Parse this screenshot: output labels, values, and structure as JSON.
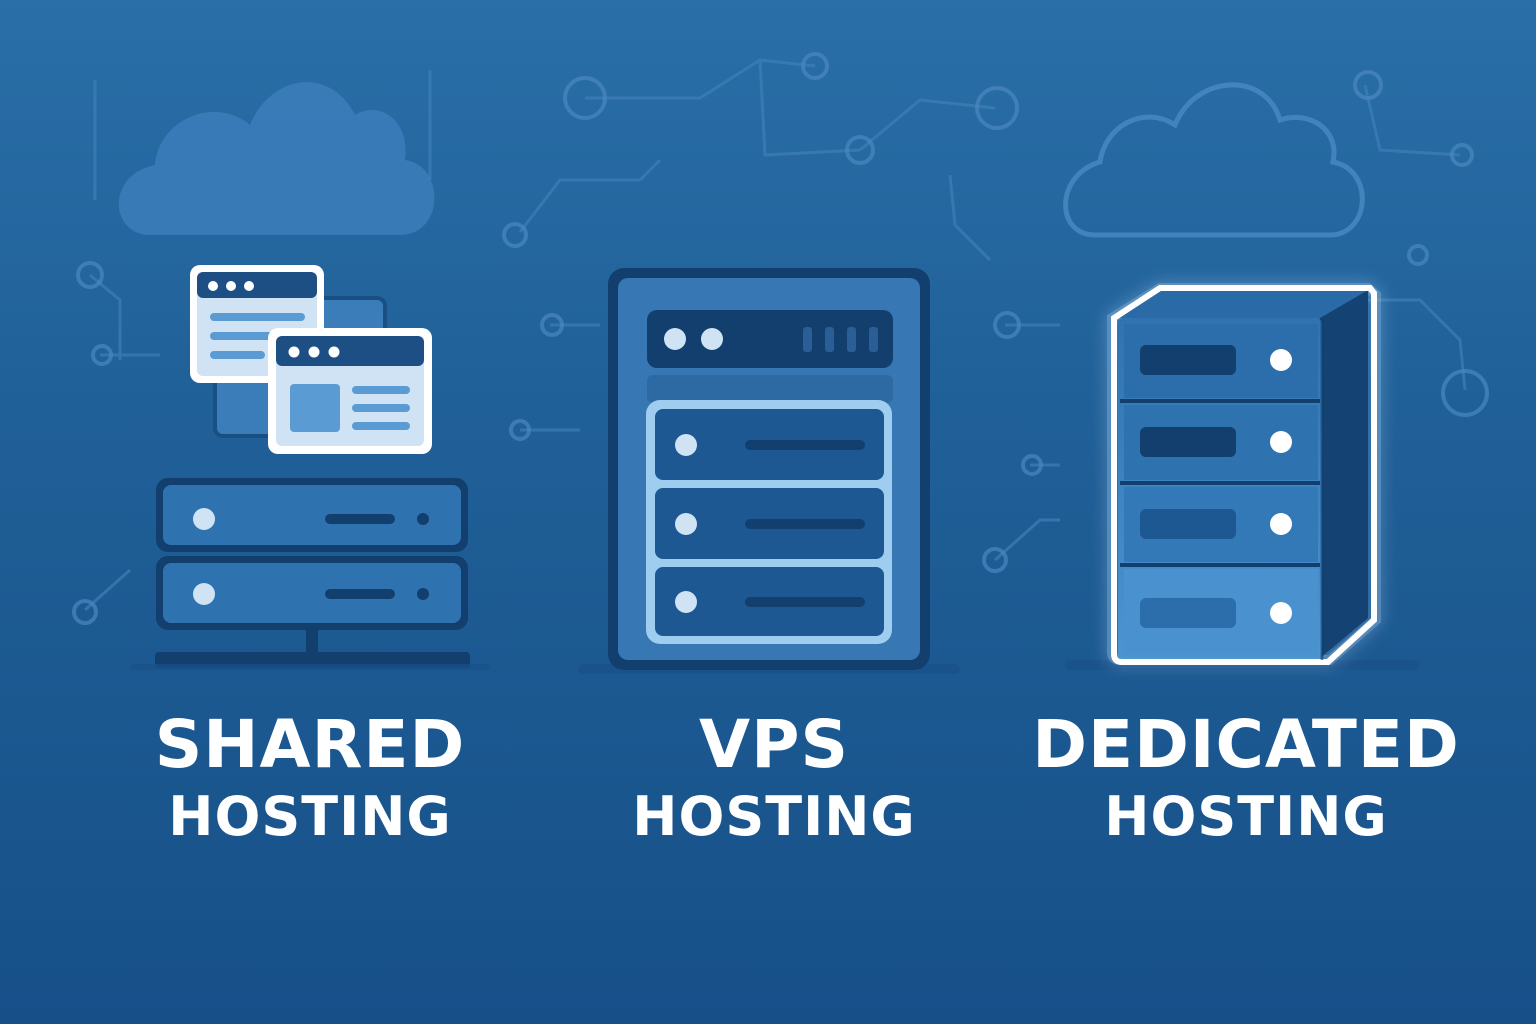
{
  "colors": {
    "background_top": "#2a6fa8",
    "background_bottom": "#175089",
    "server_dark": "#123f6e",
    "server_mid": "#2a6aa7",
    "server_light": "#4a8fcc",
    "window_frame": "#ffffff",
    "glow": "#bfe2ff"
  },
  "shared": {
    "title": "SHARED",
    "subtitle": "HOSTING"
  },
  "vps": {
    "title": "VPS",
    "subtitle": "HOSTING"
  },
  "dedicated": {
    "title": "DEDICATED",
    "subtitle": "HOSTING"
  }
}
